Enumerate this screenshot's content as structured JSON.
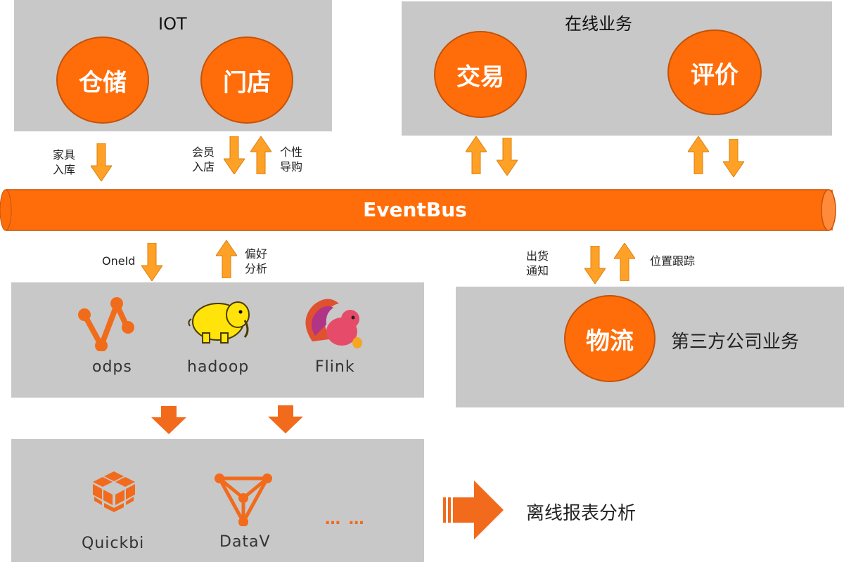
{
  "iot": {
    "title": "IOT",
    "items": [
      "仓储",
      "门店"
    ]
  },
  "online": {
    "title": "在线业务",
    "items": [
      "交易",
      "评价"
    ]
  },
  "eventbus": {
    "label": "EventBus"
  },
  "labels": {
    "furniture_in": "家具\n入库",
    "member_in": "会员\n入店",
    "personal_guide": "个性\n导购",
    "oneid": "OneId",
    "preference": "偏好\n分析",
    "shipment": "出货\n通知",
    "tracking": "位置跟踪"
  },
  "processing": {
    "tools": [
      "odps",
      "hadoop",
      "Flink"
    ]
  },
  "third_party": {
    "circle": "物流",
    "title": "第三方公司业务"
  },
  "reporting": {
    "tools": [
      "Quickbi",
      "DataV"
    ],
    "ellipsis": "… …",
    "label": "离线报表分析"
  },
  "colors": {
    "accent": "#ff6d0a",
    "arrow": "#ffa126",
    "panel": "#c8c8c8"
  }
}
